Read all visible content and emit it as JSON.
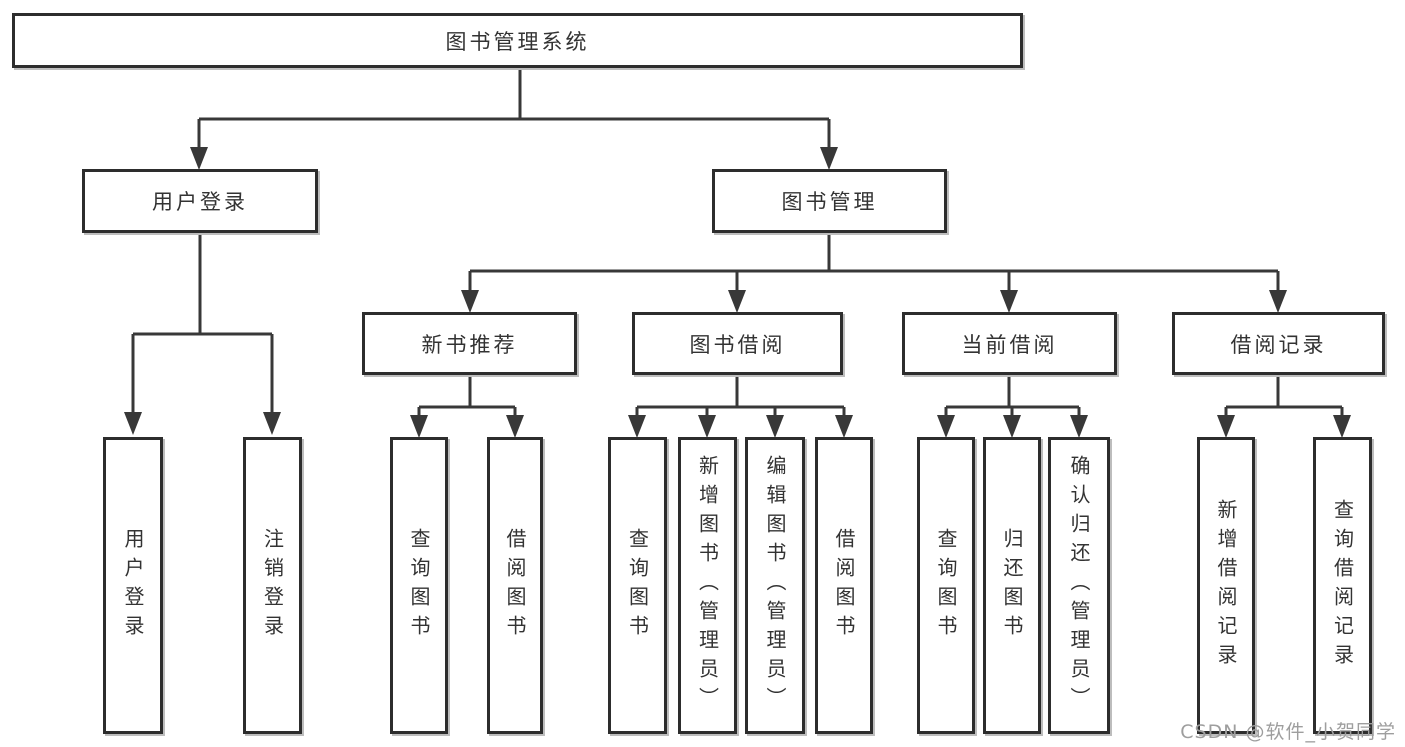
{
  "diagram": {
    "root": {
      "label": "图书管理系统"
    },
    "branches": [
      {
        "label": "用户登录",
        "leaves": [
          {
            "label": "用户登录"
          },
          {
            "label": "注销登录"
          }
        ]
      },
      {
        "label": "图书管理",
        "children": [
          {
            "label": "新书推荐",
            "leaves": [
              {
                "label": "查询图书"
              },
              {
                "label": "借阅图书"
              }
            ]
          },
          {
            "label": "图书借阅",
            "leaves": [
              {
                "label": "查询图书"
              },
              {
                "label": "新增图书（管理员）"
              },
              {
                "label": "编辑图书（管理员）"
              },
              {
                "label": "借阅图书"
              }
            ]
          },
          {
            "label": "当前借阅",
            "leaves": [
              {
                "label": "查询图书"
              },
              {
                "label": "归还图书"
              },
              {
                "label": "确认归还（管理员）"
              }
            ]
          },
          {
            "label": "借阅记录",
            "leaves": [
              {
                "label": "新增借阅记录"
              },
              {
                "label": "查询借阅记录"
              }
            ]
          }
        ]
      }
    ]
  },
  "watermark": "CSDN @软件_小贺同学",
  "colors": {
    "background": "#ffffff",
    "box_border": "#2d2d2d",
    "connector_line": "#383838",
    "text": "#333333",
    "watermark": "#9e9e9e"
  }
}
